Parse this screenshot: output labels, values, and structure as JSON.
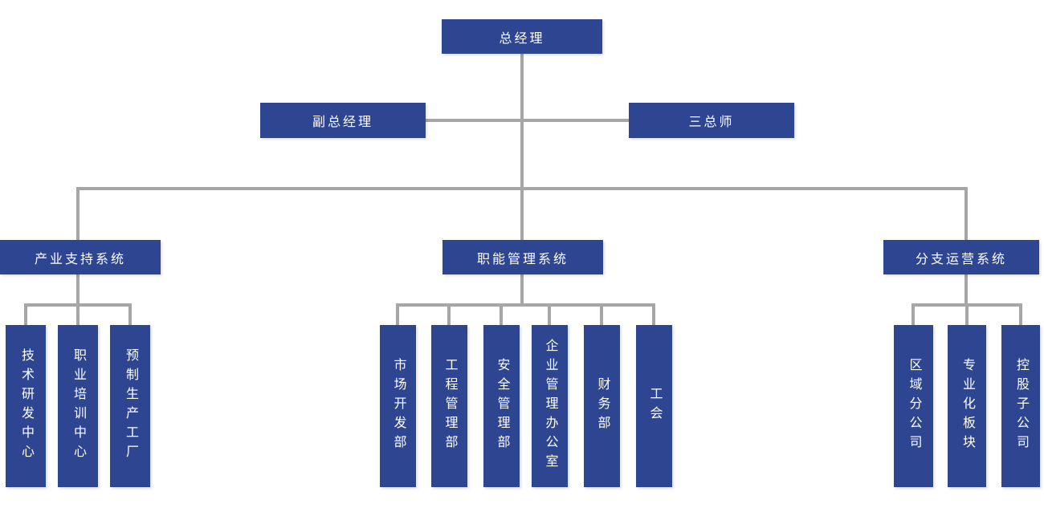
{
  "palette": {
    "node_fill": "#2e4591",
    "node_text": "#ffffff",
    "connector": "#a6a6a6",
    "canvas_bg": "#ffffff"
  },
  "org": {
    "root": {
      "label": "总经理"
    },
    "level2": [
      {
        "label": "副总经理"
      },
      {
        "label": "三总师"
      }
    ],
    "systems": [
      {
        "label": "产业支持系统",
        "children": [
          "技术研发中心",
          "职业培训中心",
          "预制生产工厂"
        ]
      },
      {
        "label": "职能管理系统",
        "children": [
          "市场开发部",
          "工程管理部",
          "安全管理部",
          "企业管理办公室",
          "财务部",
          "工会"
        ]
      },
      {
        "label": "分支运营系统",
        "children": [
          "区域分公司",
          "专业化板块",
          "控股子公司"
        ]
      }
    ]
  }
}
